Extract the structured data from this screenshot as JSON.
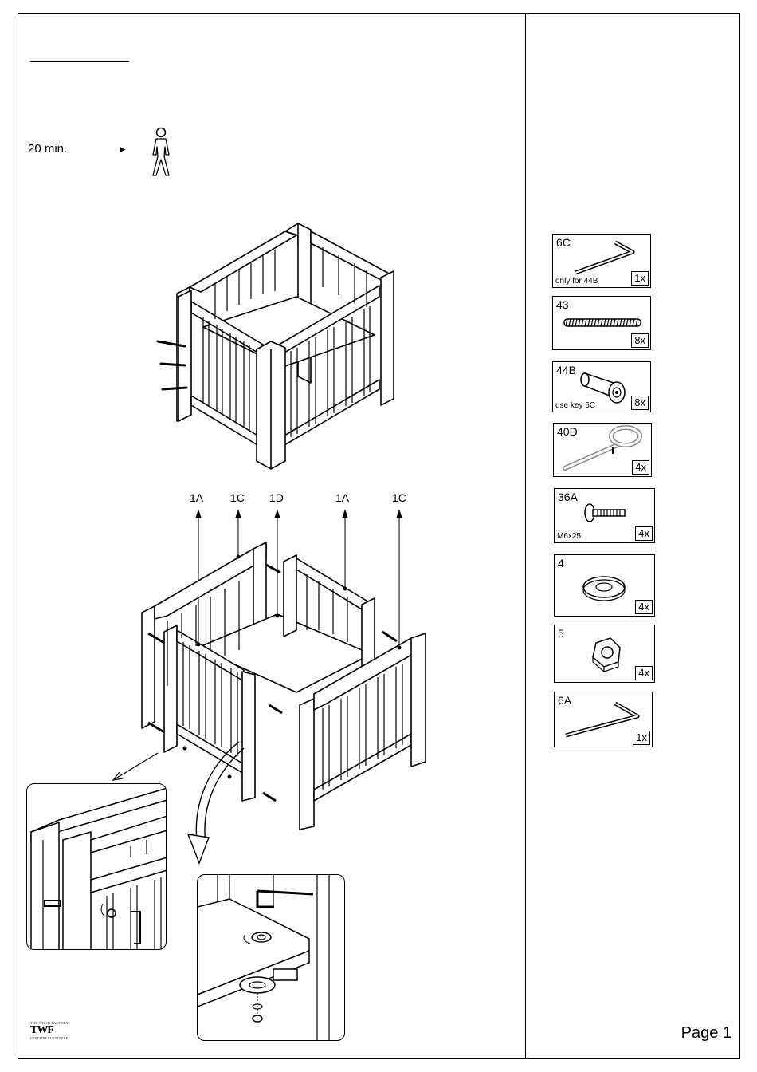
{
  "header": {
    "time_label": "20 min.",
    "arrow_glyph": "►",
    "person_icon": "person-icon"
  },
  "callouts": [
    {
      "id": "1A"
    },
    {
      "id": "1C"
    },
    {
      "id": "1D"
    },
    {
      "id": "1A"
    },
    {
      "id": "1C"
    }
  ],
  "parts": [
    {
      "id": "6C",
      "note": "only for 44B",
      "qty": "1x",
      "icon": "allen-key-icon"
    },
    {
      "id": "43",
      "note": "",
      "qty": "8x",
      "icon": "threaded-rod-icon"
    },
    {
      "id": "44B",
      "note": "use key 6C",
      "qty": "8x",
      "icon": "barrel-nut-icon"
    },
    {
      "id": "40D",
      "note": "",
      "qty": "4x",
      "icon": "eye-bolt-icon"
    },
    {
      "id": "36A",
      "note": "M6x25",
      "qty": "4x",
      "icon": "bolt-icon"
    },
    {
      "id": "4",
      "note": "",
      "qty": "4x",
      "icon": "washer-icon"
    },
    {
      "id": "5",
      "note": "",
      "qty": "4x",
      "icon": "hex-nut-icon"
    },
    {
      "id": "6A",
      "note": "",
      "qty": "1x",
      "icon": "allen-key-icon"
    }
  ],
  "footer": {
    "page": "Page 1",
    "logo_top": "THE WOOD FACTORY",
    "logo_main": "TWF",
    "logo_sub": "UPSTAIRS FURNITURE"
  }
}
